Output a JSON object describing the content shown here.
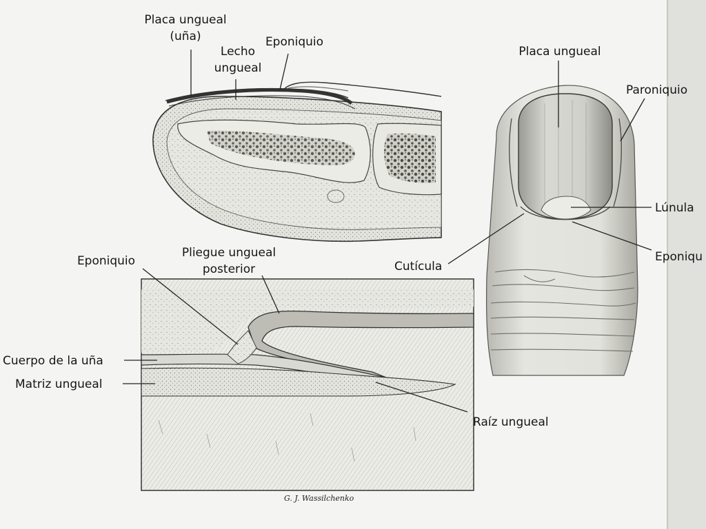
{
  "labels": {
    "section_sagittal": {
      "nail_plate_line1": "Placa ungueal",
      "nail_plate_line2": "(uña)",
      "nail_bed_line1": "Lecho",
      "nail_bed_line2": "ungueal",
      "eponychium": "Eponiquio"
    },
    "section_detail": {
      "eponychium": "Eponiquio",
      "proximal_fold_line1": "Pliegue ungueal",
      "proximal_fold_line2": "posterior",
      "nail_body": "Cuerpo de la uña",
      "nail_matrix": "Matriz ungueal",
      "nail_root": "Raíz ungueal"
    },
    "dorsal_view": {
      "nail_plate": "Placa ungueal",
      "paronychium": "Paroniquio",
      "lunula": "Lúnula",
      "cuticle": "Cutícula",
      "eponychium": "Eponiqu"
    }
  },
  "signature": "G. J. Wassilchenko",
  "colors": {
    "paper": "#f4f4f2",
    "ink": "#222222",
    "tissue_light": "#e6e6e1",
    "tissue_mid": "#d2d2cb",
    "bone": "#bdbdb4"
  }
}
